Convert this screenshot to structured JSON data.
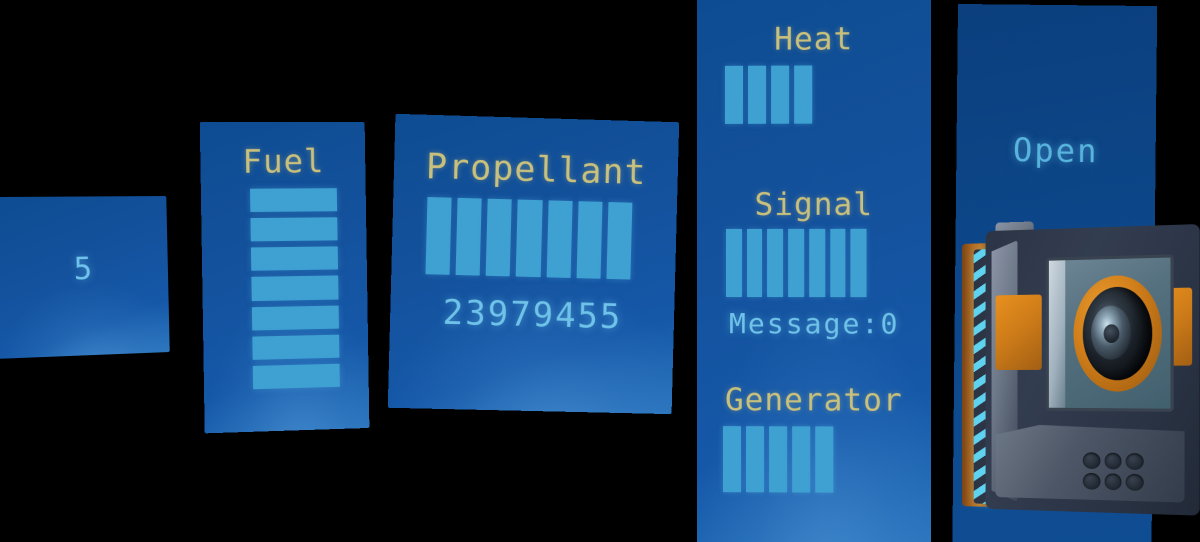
{
  "scene": {
    "background_color": "#000000",
    "panel_color": "#14519c",
    "bar_color": "#3fa0d2",
    "title_color": "#c8c07c",
    "value_color": "#6fc2e8"
  },
  "panels": {
    "counter": {
      "name": "counter-panel",
      "value": "5"
    },
    "fuel": {
      "title": "Fuel",
      "bar_count": 7,
      "bar_orientation": "horizontal"
    },
    "propellant": {
      "title": "Propellant",
      "bar_count": 7,
      "bar_orientation": "vertical",
      "value": "23979455"
    },
    "status": {
      "heat": {
        "title": "Heat",
        "bar_count": 4
      },
      "signal": {
        "title": "Signal",
        "bar_count": 7,
        "message_label": "Message:0"
      },
      "generator": {
        "title": "Generator",
        "bar_count": 5
      }
    },
    "open": {
      "label": "Open"
    }
  },
  "device": {
    "name": "camera-module",
    "body_color": "#2c3546",
    "accent_color": "#cf7d19",
    "stripe_color": "#5fd2ef",
    "dot_count": 6
  }
}
